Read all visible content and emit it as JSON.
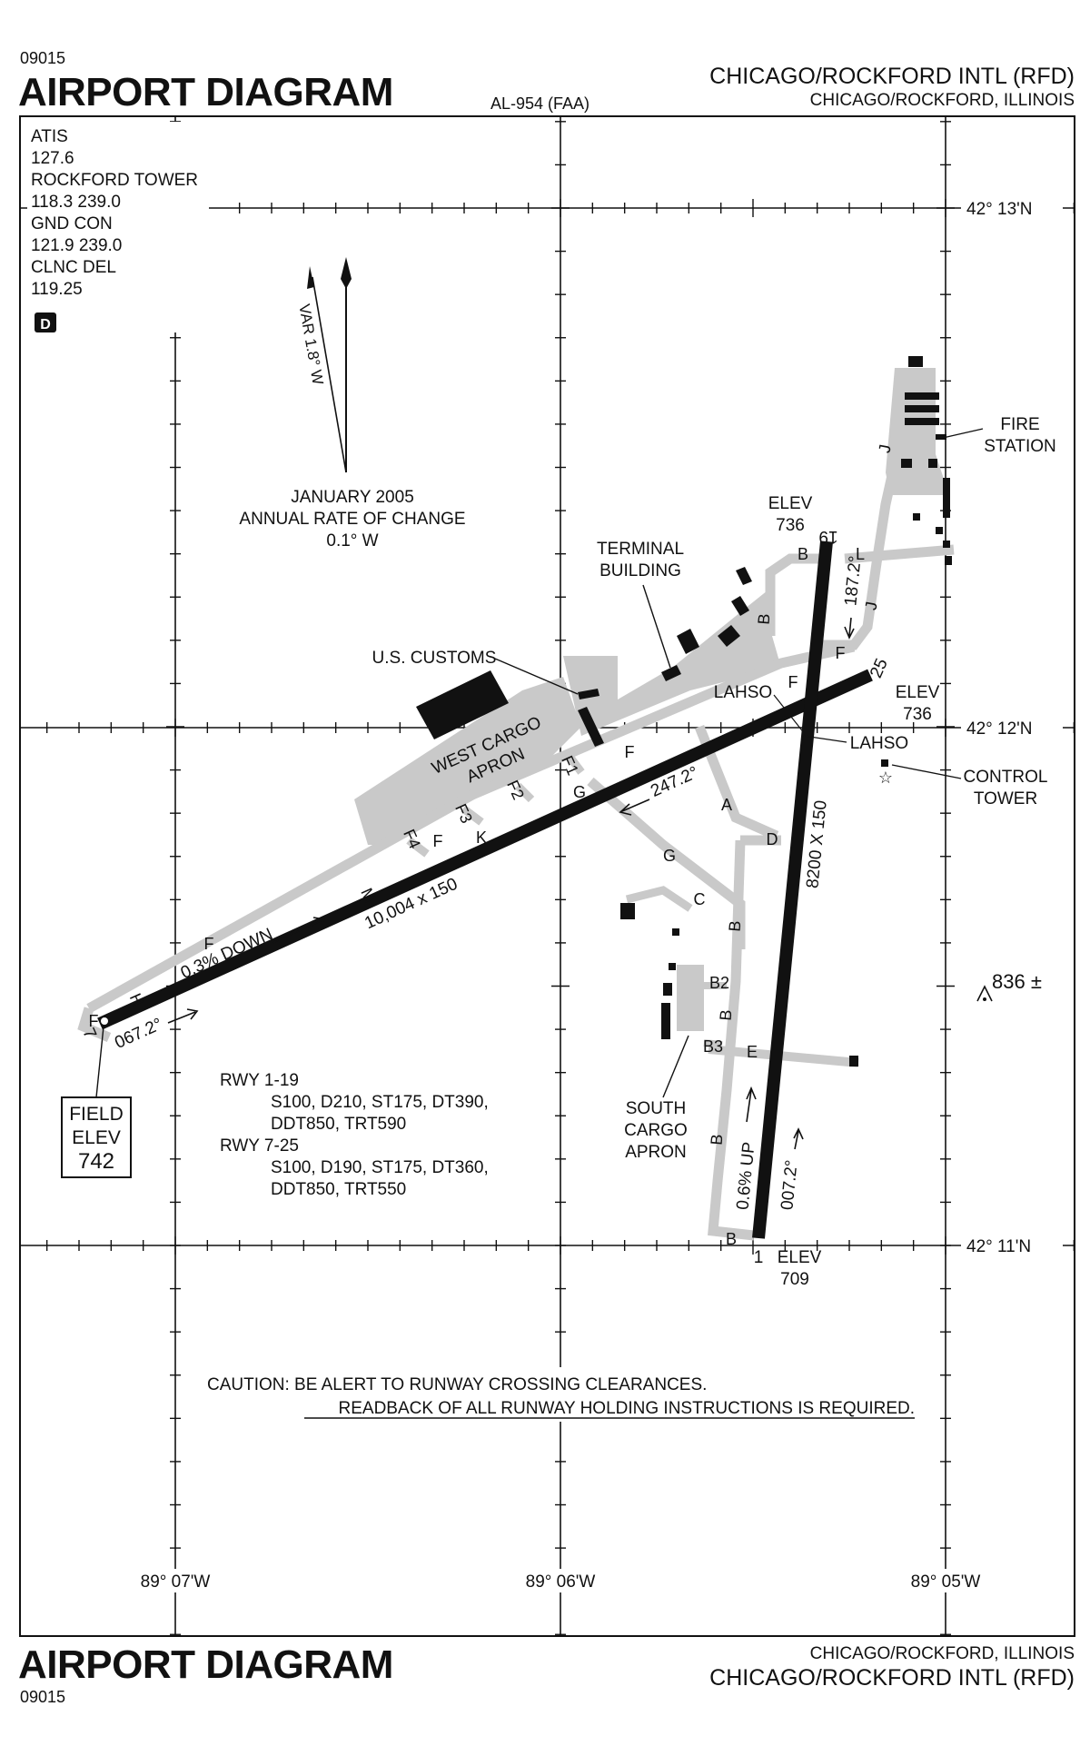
{
  "header": {
    "chart_number": "09015",
    "title": "AIRPORT DIAGRAM",
    "faa_id": "AL-954 (FAA)",
    "airport_name": "CHICAGO/ROCKFORD INTL (RFD)",
    "city_state": "CHICAGO/ROCKFORD, ILLINOIS"
  },
  "footer": {
    "title": "AIRPORT DIAGRAM",
    "chart_number": "09015",
    "city_state": "CHICAGO/ROCKFORD, ILLINOIS",
    "airport_name": "CHICAGO/ROCKFORD INTL (RFD)"
  },
  "frequencies": [
    "ATIS",
    "127.6",
    "ROCKFORD TOWER",
    "118.3 239.0",
    "GND CON",
    "121.9 239.0",
    "CLNC DEL",
    "119.25"
  ],
  "airspace_badge": "D",
  "magnetic_variation": {
    "var_label": "VAR 1.8° W",
    "date_line": "JANUARY 2005",
    "rate_line1": "ANNUAL RATE OF CHANGE",
    "rate_line2": "0.1° W"
  },
  "coordinates": {
    "lat_1": "42° 13'N",
    "lat_2": "42° 12'N",
    "lat_3": "42° 11'N",
    "lon_1": "89° 07'W",
    "lon_2": "89° 06'W",
    "lon_3": "89° 05'W"
  },
  "runways": {
    "rwy_7_25": {
      "dimensions": "10,004 x 150",
      "heading_east": "067.2°",
      "heading_west": "247.2°",
      "slope": "0.3% DOWN",
      "end_west": "7",
      "end_east": "25",
      "elev_east_label": "ELEV",
      "elev_east": "736"
    },
    "rwy_1_19": {
      "dimensions": "8200 X 150",
      "heading_north": "007.2°",
      "heading_south": "187.2°",
      "slope": "0.6% UP",
      "end_south": "1",
      "end_north": "19",
      "elev_north_label": "ELEV",
      "elev_north": "736",
      "elev_south_label": "ELEV",
      "elev_south": "709"
    }
  },
  "field_elev": {
    "line1": "FIELD",
    "line2": "ELEV",
    "value": "742"
  },
  "weight_bearing": {
    "rwy_1_19_label": "RWY 1-19",
    "rwy_1_19_line1": "S100, D210, ST175, DT390,",
    "rwy_1_19_line2": "DDT850, TRT590",
    "rwy_7_25_label": "RWY 7-25",
    "rwy_7_25_line1": "S100, D190, ST175, DT360,",
    "rwy_7_25_line2": "DDT850, TRT550"
  },
  "labels": {
    "terminal_1": "TERMINAL",
    "terminal_2": "BUILDING",
    "customs": "U.S. CUSTOMS",
    "west_cargo_1": "WEST CARGO",
    "west_cargo_2": "APRON",
    "south_cargo_1": "SOUTH",
    "south_cargo_2": "CARGO",
    "south_cargo_3": "APRON",
    "fire_1": "FIRE",
    "fire_2": "STATION",
    "tower_1": "CONTROL",
    "tower_2": "TOWER",
    "lahso": "LAHSO",
    "obstacle": "836 ±"
  },
  "taxiways": {
    "A": "A",
    "B": "B",
    "B2": "B2",
    "B3": "B3",
    "C": "C",
    "D": "D",
    "E": "E",
    "F": "F",
    "F1": "F1",
    "F2": "F2",
    "F3": "F3",
    "F4": "F4",
    "G": "G",
    "H": "H",
    "J": "J",
    "K": "K",
    "L": "L",
    "M": "M"
  },
  "caution": {
    "line1": "CAUTION: BE ALERT TO RUNWAY CROSSING CLEARANCES.",
    "line2": "READBACK OF ALL RUNWAY HOLDING INSTRUCTIONS IS REQUIRED."
  },
  "colors": {
    "runway": "#111111",
    "pavement": "#c9c9c9",
    "building": "#111111",
    "ink": "#111111"
  }
}
